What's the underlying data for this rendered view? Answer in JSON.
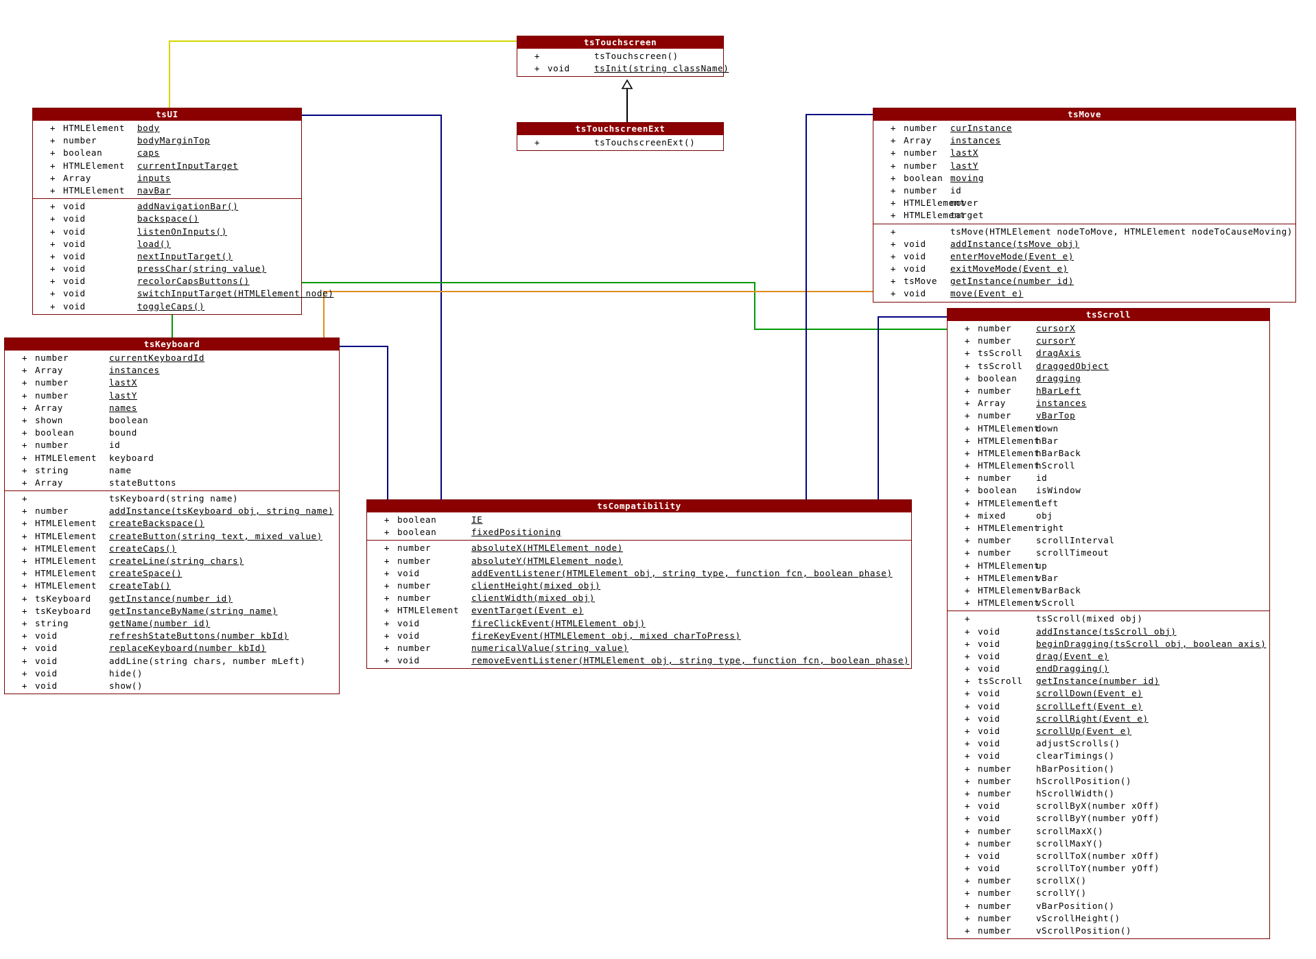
{
  "diagram": {
    "classes": [
      {
        "id": "tsTouchscreen",
        "name": "tsTouchscreen",
        "attributes": [],
        "operations": [
          {
            "vis": "+",
            "type": "",
            "name": "tsTouchscreen()",
            "static": false
          },
          {
            "vis": "+",
            "type": "void",
            "name": "tsInit(string className)",
            "static": true
          }
        ]
      },
      {
        "id": "tsTouchscreenExt",
        "name": "tsTouchscreenExt",
        "attributes": [],
        "operations": [
          {
            "vis": "+",
            "type": "",
            "name": "tsTouchscreenExt()",
            "static": false
          }
        ]
      },
      {
        "id": "tsUI",
        "name": "tsUI",
        "attributes": [
          {
            "vis": "+",
            "type": "HTMLElement",
            "name": "body",
            "static": true
          },
          {
            "vis": "+",
            "type": "number",
            "name": "bodyMarginTop",
            "static": true
          },
          {
            "vis": "+",
            "type": "boolean",
            "name": "caps",
            "static": true
          },
          {
            "vis": "+",
            "type": "HTMLElement",
            "name": "currentInputTarget",
            "static": true
          },
          {
            "vis": "+",
            "type": "Array",
            "name": "inputs",
            "static": true
          },
          {
            "vis": "+",
            "type": "HTMLElement",
            "name": "navBar",
            "static": true
          }
        ],
        "operations": [
          {
            "vis": "+",
            "type": "void",
            "name": "addNavigationBar()",
            "static": true
          },
          {
            "vis": "+",
            "type": "void",
            "name": "backspace()",
            "static": true
          },
          {
            "vis": "+",
            "type": "void",
            "name": "listenOnInputs()",
            "static": true
          },
          {
            "vis": "+",
            "type": "void",
            "name": "load()",
            "static": true
          },
          {
            "vis": "+",
            "type": "void",
            "name": "nextInputTarget()",
            "static": true
          },
          {
            "vis": "+",
            "type": "void",
            "name": "pressChar(string value)",
            "static": true
          },
          {
            "vis": "+",
            "type": "void",
            "name": "recolorCapsButtons()",
            "static": true
          },
          {
            "vis": "+",
            "type": "void",
            "name": "switchInputTarget(HTMLElement node)",
            "static": true
          },
          {
            "vis": "+",
            "type": "void",
            "name": "toggleCaps()",
            "static": true
          }
        ]
      },
      {
        "id": "tsMove",
        "name": "tsMove",
        "attributes": [
          {
            "vis": "+",
            "type": "number",
            "name": "curInstance",
            "static": true
          },
          {
            "vis": "+",
            "type": "Array",
            "name": "instances",
            "static": true
          },
          {
            "vis": "+",
            "type": "number",
            "name": "lastX",
            "static": true
          },
          {
            "vis": "+",
            "type": "number",
            "name": "lastY",
            "static": true
          },
          {
            "vis": "+",
            "type": "boolean",
            "name": "moving",
            "static": true
          },
          {
            "vis": "+",
            "type": "number",
            "name": "id",
            "static": false
          },
          {
            "vis": "+",
            "type": "HTMLElement",
            "name": "mover",
            "static": false
          },
          {
            "vis": "+",
            "type": "HTMLElement",
            "name": "target",
            "static": false
          }
        ],
        "operations": [
          {
            "vis": "+",
            "type": "",
            "name": "tsMove(HTMLElement nodeToMove, HTMLElement nodeToCauseMoving)",
            "static": false
          },
          {
            "vis": "+",
            "type": "void",
            "name": "addInstance(tsMove obj)",
            "static": true
          },
          {
            "vis": "+",
            "type": "void",
            "name": "enterMoveMode(Event e)",
            "static": true
          },
          {
            "vis": "+",
            "type": "void",
            "name": "exitMoveMode(Event e)",
            "static": true
          },
          {
            "vis": "+",
            "type": "tsMove",
            "name": "getInstance(number id)",
            "static": true
          },
          {
            "vis": "+",
            "type": "void",
            "name": "move(Event e)",
            "static": true
          }
        ]
      },
      {
        "id": "tsKeyboard",
        "name": "tsKeyboard",
        "attributes": [
          {
            "vis": "+",
            "type": "number",
            "name": "currentKeyboardId",
            "static": true
          },
          {
            "vis": "+",
            "type": "Array",
            "name": "instances",
            "static": true
          },
          {
            "vis": "+",
            "type": "number",
            "name": "lastX",
            "static": true
          },
          {
            "vis": "+",
            "type": "number",
            "name": "lastY",
            "static": true
          },
          {
            "vis": "+",
            "type": "Array",
            "name": "names",
            "static": true
          },
          {
            "vis": "+",
            "type": "shown",
            "name": "boolean",
            "static": false
          },
          {
            "vis": "+",
            "type": "boolean",
            "name": "bound",
            "static": false
          },
          {
            "vis": "+",
            "type": "number",
            "name": "id",
            "static": false
          },
          {
            "vis": "+",
            "type": "HTMLElement",
            "name": "keyboard",
            "static": false
          },
          {
            "vis": "+",
            "type": "string",
            "name": "name",
            "static": false
          },
          {
            "vis": "+",
            "type": "Array",
            "name": "stateButtons",
            "static": false
          }
        ],
        "operations": [
          {
            "vis": "+",
            "type": "",
            "name": "tsKeyboard(string name)",
            "static": false
          },
          {
            "vis": "+",
            "type": "number",
            "name": "addInstance(tsKeyboard obj, string name)",
            "static": true
          },
          {
            "vis": "+",
            "type": "HTMLElement",
            "name": "createBackspace()",
            "static": true
          },
          {
            "vis": "+",
            "type": "HTMLElement",
            "name": "createButton(string text, mixed value)",
            "static": true
          },
          {
            "vis": "+",
            "type": "HTMLElement",
            "name": "createCaps()",
            "static": true
          },
          {
            "vis": "+",
            "type": "HTMLElement",
            "name": "createLine(string chars)",
            "static": true
          },
          {
            "vis": "+",
            "type": "HTMLElement",
            "name": "createSpace()",
            "static": true
          },
          {
            "vis": "+",
            "type": "HTMLElement",
            "name": "createTab()",
            "static": true
          },
          {
            "vis": "+",
            "type": "tsKeyboard",
            "name": "getInstance(number id)",
            "static": true
          },
          {
            "vis": "+",
            "type": "tsKeyboard",
            "name": "getInstanceByName(string name)",
            "static": true
          },
          {
            "vis": "+",
            "type": "string",
            "name": "getName(number id)",
            "static": true
          },
          {
            "vis": "+",
            "type": "void",
            "name": "refreshStateButtons(number kbId)",
            "static": true
          },
          {
            "vis": "+",
            "type": "void",
            "name": "replaceKeyboard(number kbId)",
            "static": true
          },
          {
            "vis": "+",
            "type": "void",
            "name": "addLine(string chars, number mLeft)",
            "static": false
          },
          {
            "vis": "+",
            "type": "void",
            "name": "hide()",
            "static": false
          },
          {
            "vis": "+",
            "type": "void",
            "name": "show()",
            "static": false
          }
        ]
      },
      {
        "id": "tsCompatibility",
        "name": "tsCompatibility",
        "attributes": [
          {
            "vis": "+",
            "type": "boolean",
            "name": "IE",
            "static": true
          },
          {
            "vis": "+",
            "type": "boolean",
            "name": "fixedPositioning",
            "static": true
          }
        ],
        "operations": [
          {
            "vis": "+",
            "type": "number",
            "name": "absoluteX(HTMLElement node)",
            "static": true
          },
          {
            "vis": "+",
            "type": "number",
            "name": "absoluteY(HTMLElement node)",
            "static": true
          },
          {
            "vis": "+",
            "type": "void",
            "name": "addEventListener(HTMLElement obj, string type, function fcn, boolean phase)",
            "static": true
          },
          {
            "vis": "+",
            "type": "number",
            "name": "clientHeight(mixed obj)",
            "static": true
          },
          {
            "vis": "+",
            "type": "number",
            "name": "clientWidth(mixed obj)",
            "static": true
          },
          {
            "vis": "+",
            "type": "HTMLElement",
            "name": "eventTarget(Event e)",
            "static": true
          },
          {
            "vis": "+",
            "type": "void",
            "name": "fireClickEvent(HTMLElement obj)",
            "static": true
          },
          {
            "vis": "+",
            "type": "void",
            "name": "fireKeyEvent(HTMLElement obj, mixed charToPress)",
            "static": true
          },
          {
            "vis": "+",
            "type": "number",
            "name": "numericalValue(string value)",
            "static": true
          },
          {
            "vis": "+",
            "type": "void",
            "name": "removeEventListener(HTMLElement obj, string type, function fcn, boolean phase)",
            "static": true
          }
        ]
      },
      {
        "id": "tsScroll",
        "name": "tsScroll",
        "attributes": [
          {
            "vis": "+",
            "type": "number",
            "name": "cursorX",
            "static": true
          },
          {
            "vis": "+",
            "type": "number",
            "name": "cursorY",
            "static": true
          },
          {
            "vis": "+",
            "type": "tsScroll",
            "name": "dragAxis",
            "static": true
          },
          {
            "vis": "+",
            "type": "tsScroll",
            "name": "draggedObject",
            "static": true
          },
          {
            "vis": "+",
            "type": "boolean",
            "name": "dragging",
            "static": true
          },
          {
            "vis": "+",
            "type": "number",
            "name": "hBarLeft",
            "static": true
          },
          {
            "vis": "+",
            "type": "Array",
            "name": "instances",
            "static": true
          },
          {
            "vis": "+",
            "type": "number",
            "name": "vBarTop",
            "static": true
          },
          {
            "vis": "+",
            "type": "HTMLElement",
            "name": "down",
            "static": false
          },
          {
            "vis": "+",
            "type": "HTMLElement",
            "name": "hBar",
            "static": false
          },
          {
            "vis": "+",
            "type": "HTMLElement",
            "name": "hBarBack",
            "static": false
          },
          {
            "vis": "+",
            "type": "HTMLElement",
            "name": "hScroll",
            "static": false
          },
          {
            "vis": "+",
            "type": "number",
            "name": "id",
            "static": false
          },
          {
            "vis": "+",
            "type": "boolean",
            "name": "isWindow",
            "static": false
          },
          {
            "vis": "+",
            "type": "HTMLElement",
            "name": "left",
            "static": false
          },
          {
            "vis": "+",
            "type": "mixed",
            "name": "obj",
            "static": false
          },
          {
            "vis": "+",
            "type": "HTMLElement",
            "name": "right",
            "static": false
          },
          {
            "vis": "+",
            "type": "number",
            "name": "scrollInterval",
            "static": false
          },
          {
            "vis": "+",
            "type": "number",
            "name": "scrollTimeout",
            "static": false
          },
          {
            "vis": "+",
            "type": "HTMLElement",
            "name": "up",
            "static": false
          },
          {
            "vis": "+",
            "type": "HTMLElement",
            "name": "vBar",
            "static": false
          },
          {
            "vis": "+",
            "type": "HTMLElement",
            "name": "vBarBack",
            "static": false
          },
          {
            "vis": "+",
            "type": "HTMLElement",
            "name": "vScroll",
            "static": false
          }
        ],
        "operations": [
          {
            "vis": "+",
            "type": "",
            "name": "tsScroll(mixed obj)",
            "static": false
          },
          {
            "vis": "+",
            "type": "void",
            "name": "addInstance(tsScroll obj)",
            "static": true
          },
          {
            "vis": "+",
            "type": "void",
            "name": "beginDragging(tsScroll obj, boolean axis)",
            "static": true
          },
          {
            "vis": "+",
            "type": "void",
            "name": "drag(Event e)",
            "static": true
          },
          {
            "vis": "+",
            "type": "void",
            "name": "endDragging()",
            "static": true
          },
          {
            "vis": "+",
            "type": "tsScroll",
            "name": "getInstance(number id)",
            "static": true
          },
          {
            "vis": "+",
            "type": "void",
            "name": "scrollDown(Event e)",
            "static": true
          },
          {
            "vis": "+",
            "type": "void",
            "name": "scrollLeft(Event e)",
            "static": true
          },
          {
            "vis": "+",
            "type": "void",
            "name": "scrollRight(Event e)",
            "static": true
          },
          {
            "vis": "+",
            "type": "void",
            "name": "scrollUp(Event e)",
            "static": true
          },
          {
            "vis": "+",
            "type": "void",
            "name": "adjustScrolls()",
            "static": false
          },
          {
            "vis": "+",
            "type": "void",
            "name": "clearTimings()",
            "static": false
          },
          {
            "vis": "+",
            "type": "number",
            "name": "hBarPosition()",
            "static": false
          },
          {
            "vis": "+",
            "type": "number",
            "name": "hScrollPosition()",
            "static": false
          },
          {
            "vis": "+",
            "type": "number",
            "name": "hScrollWidth()",
            "static": false
          },
          {
            "vis": "+",
            "type": "void",
            "name": "scrollByX(number xOff)",
            "static": false
          },
          {
            "vis": "+",
            "type": "void",
            "name": "scrollByY(number yOff)",
            "static": false
          },
          {
            "vis": "+",
            "type": "number",
            "name": "scrollMaxX()",
            "static": false
          },
          {
            "vis": "+",
            "type": "number",
            "name": "scrollMaxY()",
            "static": false
          },
          {
            "vis": "+",
            "type": "void",
            "name": "scrollToX(number xOff)",
            "static": false
          },
          {
            "vis": "+",
            "type": "void",
            "name": "scrollToY(number yOff)",
            "static": false
          },
          {
            "vis": "+",
            "type": "number",
            "name": "scrollX()",
            "static": false
          },
          {
            "vis": "+",
            "type": "number",
            "name": "scrollY()",
            "static": false
          },
          {
            "vis": "+",
            "type": "number",
            "name": "vBarPosition()",
            "static": false
          },
          {
            "vis": "+",
            "type": "number",
            "name": "vScrollHeight()",
            "static": false
          },
          {
            "vis": "+",
            "type": "number",
            "name": "vScrollPosition()",
            "static": false
          }
        ]
      }
    ],
    "relations": [
      {
        "from": "tsUI",
        "to": "tsTouchscreen",
        "kind": "association",
        "color": "#d4d400"
      },
      {
        "from": "tsTouchscreenExt",
        "to": "tsTouchscreen",
        "kind": "generalization",
        "color": "#000000"
      },
      {
        "from": "tsUI",
        "to": "tsCompatibility",
        "kind": "association",
        "color": "#000080"
      },
      {
        "from": "tsUI",
        "to": "tsKeyboard",
        "kind": "association",
        "color": "#009900"
      },
      {
        "from": "tsUI",
        "to": "tsScroll",
        "kind": "association",
        "color": "#009900"
      },
      {
        "from": "tsKeyboard",
        "to": "tsMove",
        "kind": "association",
        "color": "#e08c1c"
      },
      {
        "from": "tsKeyboard",
        "to": "tsCompatibility",
        "kind": "association",
        "color": "#000080"
      },
      {
        "from": "tsMove",
        "to": "tsCompatibility",
        "kind": "association",
        "color": "#000080"
      },
      {
        "from": "tsScroll",
        "to": "tsCompatibility",
        "kind": "association",
        "color": "#000080"
      }
    ]
  }
}
